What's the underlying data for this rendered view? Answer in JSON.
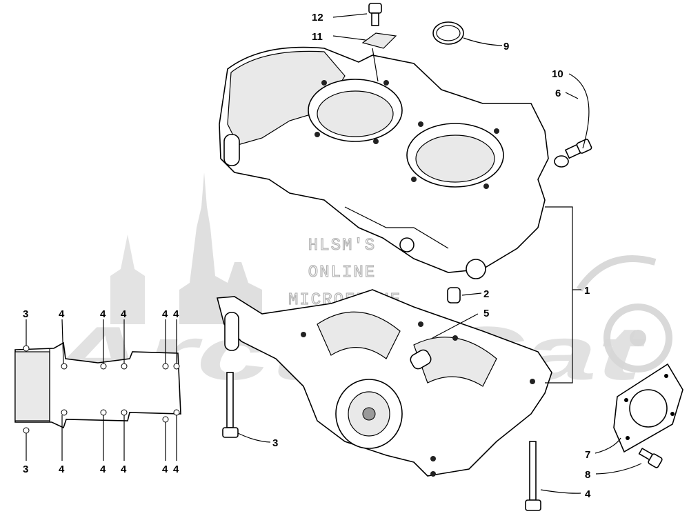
{
  "watermark": {
    "brand": "ArcticCat",
    "lines": [
      "HLSM'S",
      "ONLINE",
      "MICROFICHE"
    ]
  },
  "callouts": {
    "c1": "1",
    "c2": "2",
    "c3_bolt": "3",
    "c4_bolt": "4",
    "c5": "5",
    "c6": "6",
    "c7": "7",
    "c8": "8",
    "c9": "9",
    "c10": "10",
    "c11": "11",
    "c12": "12",
    "inset_top": [
      "3",
      "4",
      "4",
      "4",
      "4",
      "4"
    ],
    "inset_bottom": [
      "3",
      "4",
      "4",
      "4",
      "4",
      "4"
    ]
  }
}
